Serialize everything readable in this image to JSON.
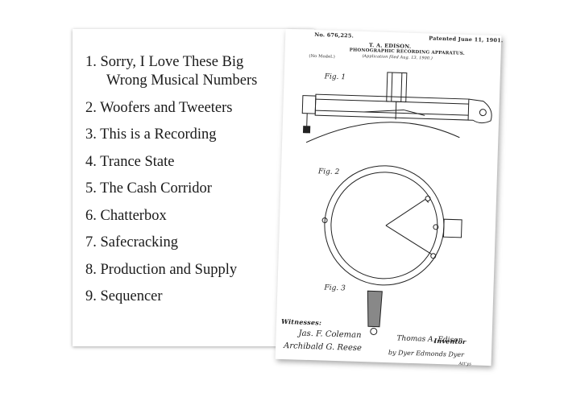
{
  "tracklist": {
    "items": [
      {
        "line1": "1. Sorry, I Love These Big",
        "line2": "Wrong Musical Numbers"
      },
      {
        "line1": "2. Woofers and Tweeters"
      },
      {
        "line1": "3. This is a Recording"
      },
      {
        "line1": "4. Trance State"
      },
      {
        "line1": "5. The Cash Corridor"
      },
      {
        "line1": "6. Chatterbox"
      },
      {
        "line1": "7. Safecracking"
      },
      {
        "line1": "8. Production and Supply"
      },
      {
        "line1": "9. Sequencer"
      }
    ]
  },
  "patent": {
    "number": "No. 676,225.",
    "patented": "Patented June 11, 1901.",
    "inventor_name": "T. A. EDISON.",
    "title": "PHONOGRAPHIC RECORDING APPARATUS.",
    "application": "(Application filed Aug. 13, 1900.)",
    "model": "(No Model.)",
    "fig1": "Fig. 1",
    "fig2": "Fig. 2",
    "fig3": "Fig. 3",
    "witnesses": "Witnesses:",
    "inventor_label": "Inventor",
    "signature_inventor": "Thomas A. Edison",
    "signature_by": "by Dyer Edmonds Dyer",
    "signature_witness1": "Jas. F. Coleman",
    "signature_witness2": "Archibald G. Reese",
    "sheet": "Att'ys"
  }
}
